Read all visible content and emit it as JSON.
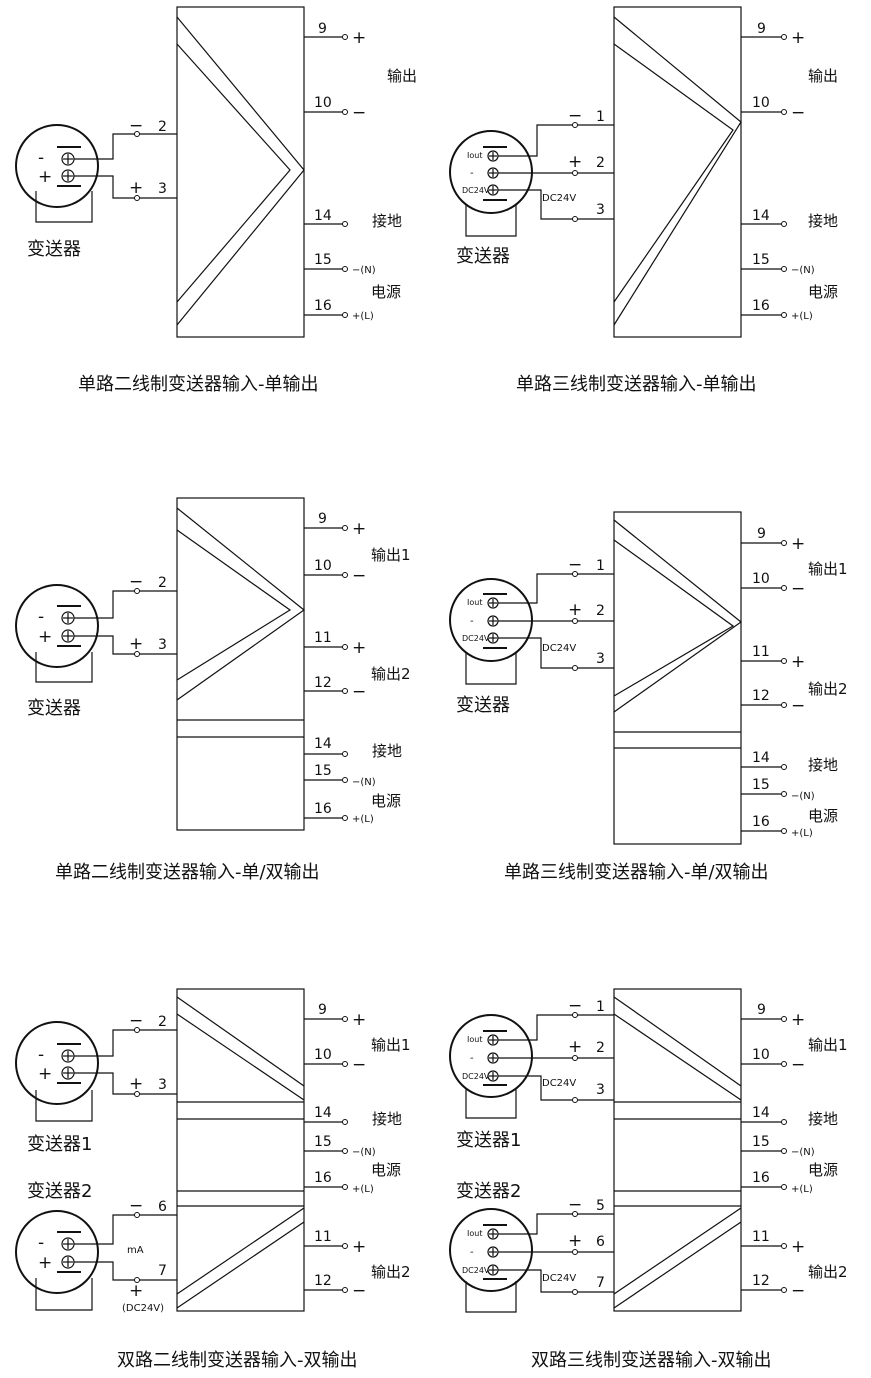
{
  "panels": [
    {
      "caption": "单路二线制变送器输入-单输出",
      "sensors": [
        {
          "label": "变送器",
          "signs": [
            "-",
            "+"
          ],
          "terminals": [
            "2",
            "3"
          ],
          "term_signs": [
            "−",
            "+"
          ]
        }
      ],
      "outputs": [
        {
          "terminal": "9",
          "sign": "+"
        },
        {
          "terminal": "10",
          "sign": "−"
        },
        {
          "terminal": "14",
          "sign": ""
        },
        {
          "terminal": "15",
          "sign": "−(N)"
        },
        {
          "terminal": "16",
          "sign": "+(L)"
        }
      ],
      "labels": [
        "输出",
        "接地",
        "电源"
      ]
    },
    {
      "caption": "单路三线制变送器输入-单输出",
      "sensors": [
        {
          "label": "变送器",
          "pins": [
            "Iout",
            "-",
            "DC24V"
          ],
          "terminals": [
            "1",
            "2",
            "3"
          ],
          "term_signs": [
            "−",
            "+",
            ""
          ],
          "supply": "DC24V"
        }
      ],
      "outputs": [
        {
          "terminal": "9",
          "sign": "+"
        },
        {
          "terminal": "10",
          "sign": "−"
        },
        {
          "terminal": "14",
          "sign": ""
        },
        {
          "terminal": "15",
          "sign": "−(N)"
        },
        {
          "terminal": "16",
          "sign": "+(L)"
        }
      ],
      "labels": [
        "输出",
        "接地",
        "电源"
      ]
    },
    {
      "caption": "单路二线制变送器输入-单/双输出",
      "sensors": [
        {
          "label": "变送器",
          "signs": [
            "-",
            "+"
          ],
          "terminals": [
            "2",
            "3"
          ],
          "term_signs": [
            "−",
            "+"
          ]
        }
      ],
      "outputs": [
        {
          "terminal": "9",
          "sign": "+"
        },
        {
          "terminal": "10",
          "sign": "−"
        },
        {
          "terminal": "11",
          "sign": "+"
        },
        {
          "terminal": "12",
          "sign": "−"
        },
        {
          "terminal": "14",
          "sign": ""
        },
        {
          "terminal": "15",
          "sign": "−(N)"
        },
        {
          "terminal": "16",
          "sign": "+(L)"
        }
      ],
      "labels": [
        "输出1",
        "输出2",
        "接地",
        "电源"
      ]
    },
    {
      "caption": "单路三线制变送器输入-单/双输出",
      "sensors": [
        {
          "label": "变送器",
          "pins": [
            "Iout",
            "-",
            "DC24V"
          ],
          "terminals": [
            "1",
            "2",
            "3"
          ],
          "term_signs": [
            "−",
            "+",
            ""
          ],
          "supply": "DC24V"
        }
      ],
      "outputs": [
        {
          "terminal": "9",
          "sign": "+"
        },
        {
          "terminal": "10",
          "sign": "−"
        },
        {
          "terminal": "11",
          "sign": "+"
        },
        {
          "terminal": "12",
          "sign": "−"
        },
        {
          "terminal": "14",
          "sign": ""
        },
        {
          "terminal": "15",
          "sign": "−(N)"
        },
        {
          "terminal": "16",
          "sign": "+(L)"
        }
      ],
      "labels": [
        "输出1",
        "输出2",
        "接地",
        "电源"
      ]
    },
    {
      "caption": "双路二线制变送器输入-双输出",
      "sensors": [
        {
          "label": "变送器1",
          "signs": [
            "-",
            "+"
          ],
          "terminals": [
            "2",
            "3"
          ],
          "term_signs": [
            "−",
            "+"
          ]
        },
        {
          "label": "变送器2",
          "signs": [
            "-",
            "+"
          ],
          "terminals": [
            "6",
            "7"
          ],
          "term_signs": [
            "−",
            "+"
          ],
          "mid": "mA",
          "supply": "(DC24V)"
        }
      ],
      "outputs": [
        {
          "terminal": "9",
          "sign": "+"
        },
        {
          "terminal": "10",
          "sign": "−"
        },
        {
          "terminal": "14",
          "sign": ""
        },
        {
          "terminal": "15",
          "sign": "−(N)"
        },
        {
          "terminal": "16",
          "sign": "+(L)"
        },
        {
          "terminal": "11",
          "sign": "+"
        },
        {
          "terminal": "12",
          "sign": "−"
        }
      ],
      "labels": [
        "输出1",
        "接地",
        "电源",
        "输出2"
      ]
    },
    {
      "caption": "双路三线制变送器输入-双输出",
      "sensors": [
        {
          "label": "变送器1",
          "pins": [
            "Iout",
            "-",
            "DC24V"
          ],
          "terminals": [
            "1",
            "2",
            "3"
          ],
          "term_signs": [
            "−",
            "+",
            ""
          ],
          "supply": "DC24V"
        },
        {
          "label": "变送器2",
          "pins": [
            "Iout",
            "-",
            "DC24V"
          ],
          "terminals": [
            "5",
            "6",
            "7"
          ],
          "term_signs": [
            "−",
            "+",
            ""
          ],
          "supply": "DC24V"
        }
      ],
      "outputs": [
        {
          "terminal": "9",
          "sign": "+"
        },
        {
          "terminal": "10",
          "sign": "−"
        },
        {
          "terminal": "14",
          "sign": ""
        },
        {
          "terminal": "15",
          "sign": "−(N)"
        },
        {
          "terminal": "16",
          "sign": "+(L)"
        },
        {
          "terminal": "11",
          "sign": "+"
        },
        {
          "terminal": "12",
          "sign": "−"
        }
      ],
      "labels": [
        "输出1",
        "接地",
        "电源",
        "输出2"
      ]
    }
  ]
}
